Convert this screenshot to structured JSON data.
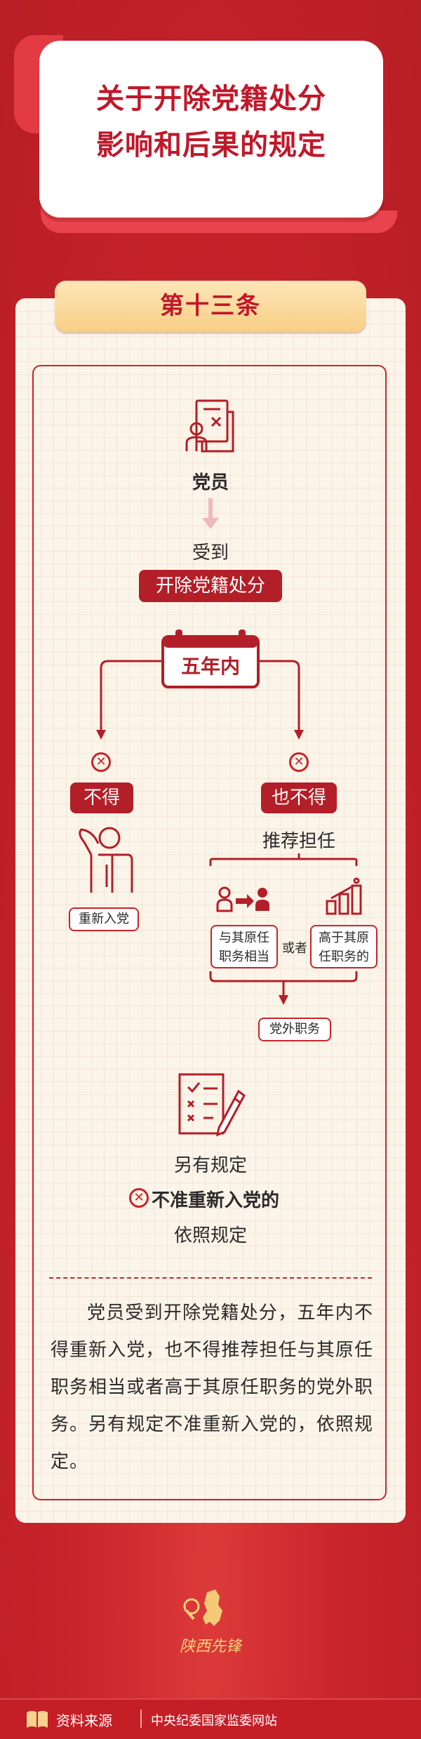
{
  "title": {
    "line1": "关于开除党籍处分",
    "line2": "影响和后果的规定"
  },
  "article": {
    "label": "第十三条"
  },
  "flow": {
    "subject": "党员",
    "receive": "受到",
    "penalty": "开除党籍处分",
    "period": "五年内",
    "left_branch": {
      "label": "不得",
      "result": "重新入党"
    },
    "right_branch": {
      "label": "也不得",
      "action": "推荐担任",
      "option_a": [
        "与其原任",
        "职务相当"
      ],
      "or": "或者",
      "option_b": [
        "高于其原",
        "任职务的"
      ],
      "result": "党外职务"
    },
    "other": {
      "line1": "另有规定",
      "line2": "不准重新入党的",
      "line3": "依照规定"
    }
  },
  "body_text": "党员受到开除党籍处分，五年内不得重新入党，也不得推荐担任与其原任职务相当或者高于其原任职务的党外职务。另有规定不准重新入党的，依照规定。",
  "logo": {
    "text": "陕西先锋"
  },
  "footer": {
    "label": "资料来源",
    "source": "中央纪委国家监委网站"
  },
  "icons": {
    "document": "document-person-icon",
    "arrow": "arrow-down-icon",
    "calendar": "calendar-icon",
    "cross": "cross-circle-icon",
    "person": "person-salute-icon",
    "transfer": "person-transfer-icon",
    "bars": "bar-chart-person-icon",
    "checklist": "checklist-pen-icon",
    "book": "book-icon"
  },
  "colors": {
    "brand_red": "#c8242b",
    "accent_gold": "#f8cf86",
    "panel_bg": "#fbf4e8"
  }
}
